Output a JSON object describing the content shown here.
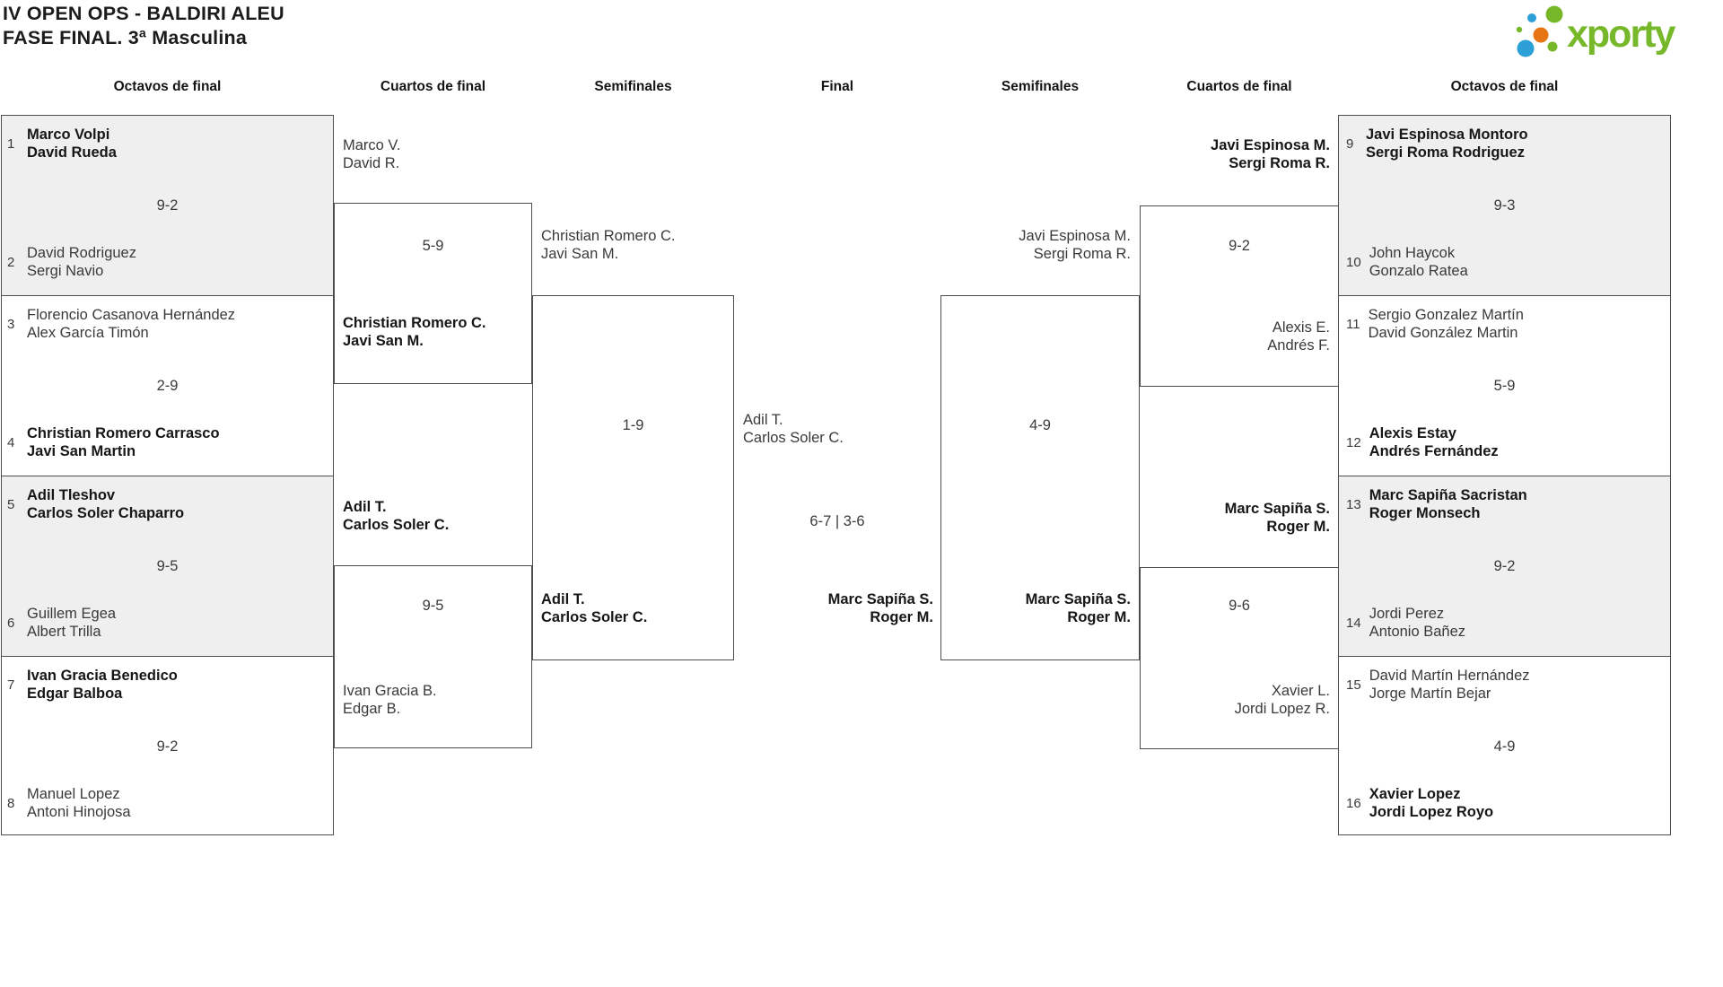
{
  "header": {
    "title_line1": "IV OPEN OPS - BALDIRI ALEU",
    "title_line2": "FASE FINAL. 3ª Masculina",
    "logo": {
      "text": "xporty",
      "green": "#76b82a",
      "blue": "#2b9fd6",
      "orange": "#e87513"
    }
  },
  "rounds": [
    "Octavos de final",
    "Cuartos de final",
    "Semifinales",
    "Final",
    "Semifinales",
    "Cuartos de final",
    "Octavos de final"
  ],
  "bracket": {
    "r16_left": [
      {
        "seed_top": "1",
        "top": [
          "Marco Volpi",
          "David Rueda"
        ],
        "top_winner": true,
        "score": "9-2",
        "seed_bottom": "2",
        "bottom": [
          "David Rodriguez",
          "Sergi Navio"
        ],
        "bottom_winner": false
      },
      {
        "seed_top": "3",
        "top": [
          "Florencio Casanova Hernández",
          "Alex García Timón"
        ],
        "top_winner": false,
        "score": "2-9",
        "seed_bottom": "4",
        "bottom": [
          "Christian Romero Carrasco",
          "Javi San Martin"
        ],
        "bottom_winner": true
      },
      {
        "seed_top": "5",
        "top": [
          "Adil Tleshov",
          "Carlos Soler Chaparro"
        ],
        "top_winner": true,
        "score": "9-5",
        "seed_bottom": "6",
        "bottom": [
          "Guillem Egea",
          "Albert Trilla"
        ],
        "bottom_winner": false
      },
      {
        "seed_top": "7",
        "top": [
          "Ivan Gracia Benedico",
          "Edgar Balboa"
        ],
        "top_winner": true,
        "score": "9-2",
        "seed_bottom": "8",
        "bottom": [
          "Manuel Lopez",
          "Antoni Hinojosa"
        ],
        "bottom_winner": false
      }
    ],
    "r16_right": [
      {
        "seed_top": "9",
        "top": [
          "Javi Espinosa Montoro",
          "Sergi Roma Rodriguez"
        ],
        "top_winner": true,
        "score": "9-3",
        "seed_bottom": "10",
        "bottom": [
          "John Haycok",
          "Gonzalo Ratea"
        ],
        "bottom_winner": false
      },
      {
        "seed_top": "11",
        "top": [
          "Sergio Gonzalez Martín",
          "David González Martin"
        ],
        "top_winner": false,
        "score": "5-9",
        "seed_bottom": "12",
        "bottom": [
          "Alexis Estay",
          "Andrés Fernández"
        ],
        "bottom_winner": true
      },
      {
        "seed_top": "13",
        "top": [
          "Marc Sapiña Sacristan",
          "Roger Monsech"
        ],
        "top_winner": true,
        "score": "9-2",
        "seed_bottom": "14",
        "bottom": [
          "Jordi Perez",
          "Antonio Bañez"
        ],
        "bottom_winner": false
      },
      {
        "seed_top": "15",
        "top": [
          "David Martín Hernández",
          "Jorge Martín Bejar"
        ],
        "top_winner": false,
        "score": "4-9",
        "seed_bottom": "16",
        "bottom": [
          "Xavier Lopez",
          "Jordi Lopez Royo"
        ],
        "bottom_winner": true
      }
    ],
    "qf_left": [
      {
        "top": [
          "Marco V.",
          "David R."
        ],
        "top_winner": false,
        "score": "5-9",
        "bottom": [
          "Christian Romero C.",
          "Javi San M."
        ],
        "bottom_winner": true
      },
      {
        "top": [
          "Adil T.",
          "Carlos Soler C."
        ],
        "top_winner": true,
        "score": "9-5",
        "bottom": [
          "Ivan Gracia B.",
          "Edgar B."
        ],
        "bottom_winner": false
      }
    ],
    "qf_right": [
      {
        "top": [
          "Javi Espinosa M.",
          "Sergi Roma R."
        ],
        "top_winner": true,
        "score": "9-2",
        "bottom": [
          "Alexis E.",
          "Andrés F."
        ],
        "bottom_winner": false
      },
      {
        "top": [
          "Marc Sapiña S.",
          "Roger M."
        ],
        "top_winner": true,
        "score": "9-6",
        "bottom": [
          "Xavier L.",
          "Jordi Lopez R."
        ],
        "bottom_winner": false
      }
    ],
    "sf_left": {
      "top": [
        "Christian Romero C.",
        "Javi San M."
      ],
      "top_winner": false,
      "score": "1-9",
      "bottom": [
        "Adil T.",
        "Carlos Soler C."
      ],
      "bottom_winner": true
    },
    "sf_right": {
      "top": [
        "Javi Espinosa M.",
        "Sergi Roma R."
      ],
      "top_winner": false,
      "score": "4-9",
      "bottom": [
        "Marc Sapiña S.",
        "Roger M."
      ],
      "bottom_winner": true
    },
    "final": {
      "top": [
        "Adil T.",
        "Carlos Soler C."
      ],
      "top_winner": false,
      "score": "6-7 | 3-6",
      "bottom": [
        "Marc Sapiña S.",
        "Roger M."
      ],
      "bottom_winner": true
    }
  }
}
